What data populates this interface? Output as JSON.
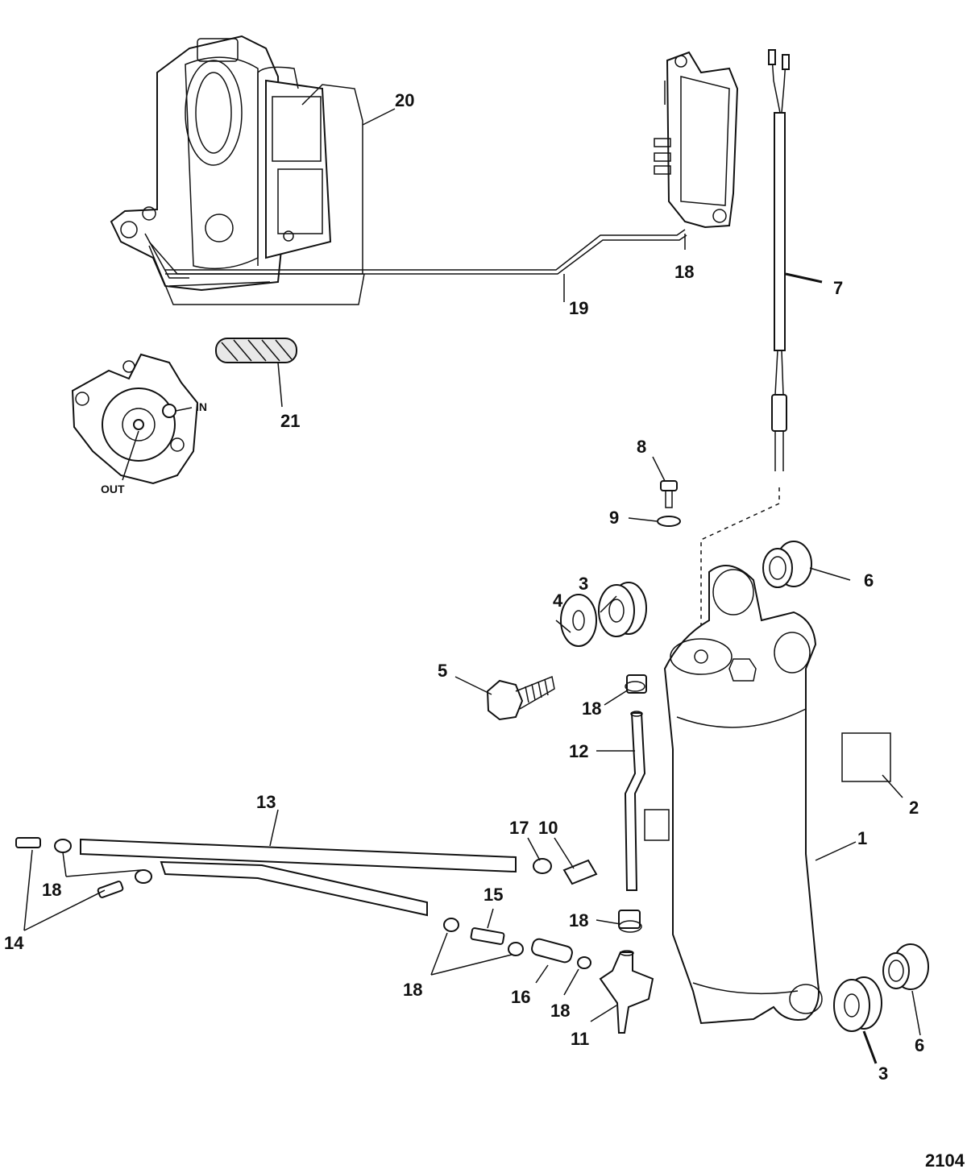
{
  "figure_number": "2104",
  "callouts": [
    {
      "id": "c1",
      "label": "1"
    },
    {
      "id": "c2",
      "label": "2"
    },
    {
      "id": "c3a",
      "label": "3"
    },
    {
      "id": "c3b",
      "label": "3"
    },
    {
      "id": "c4",
      "label": "4"
    },
    {
      "id": "c5",
      "label": "5"
    },
    {
      "id": "c6a",
      "label": "6"
    },
    {
      "id": "c6b",
      "label": "6"
    },
    {
      "id": "c7",
      "label": "7"
    },
    {
      "id": "c8",
      "label": "8"
    },
    {
      "id": "c9",
      "label": "9"
    },
    {
      "id": "c10",
      "label": "10"
    },
    {
      "id": "c11",
      "label": "11"
    },
    {
      "id": "c12",
      "label": "12"
    },
    {
      "id": "c13",
      "label": "13"
    },
    {
      "id": "c14",
      "label": "14"
    },
    {
      "id": "c15",
      "label": "15"
    },
    {
      "id": "c16",
      "label": "16"
    },
    {
      "id": "c17",
      "label": "17"
    },
    {
      "id": "c18a",
      "label": "18"
    },
    {
      "id": "c18b",
      "label": "18"
    },
    {
      "id": "c18c",
      "label": "18"
    },
    {
      "id": "c18d",
      "label": "18"
    },
    {
      "id": "c18e",
      "label": "18"
    },
    {
      "id": "c18f",
      "label": "18"
    },
    {
      "id": "c19",
      "label": "19"
    },
    {
      "id": "c20",
      "label": "20"
    },
    {
      "id": "c21",
      "label": "21"
    }
  ],
  "port_labels": {
    "inlet": "IN",
    "outlet": "OUT"
  }
}
